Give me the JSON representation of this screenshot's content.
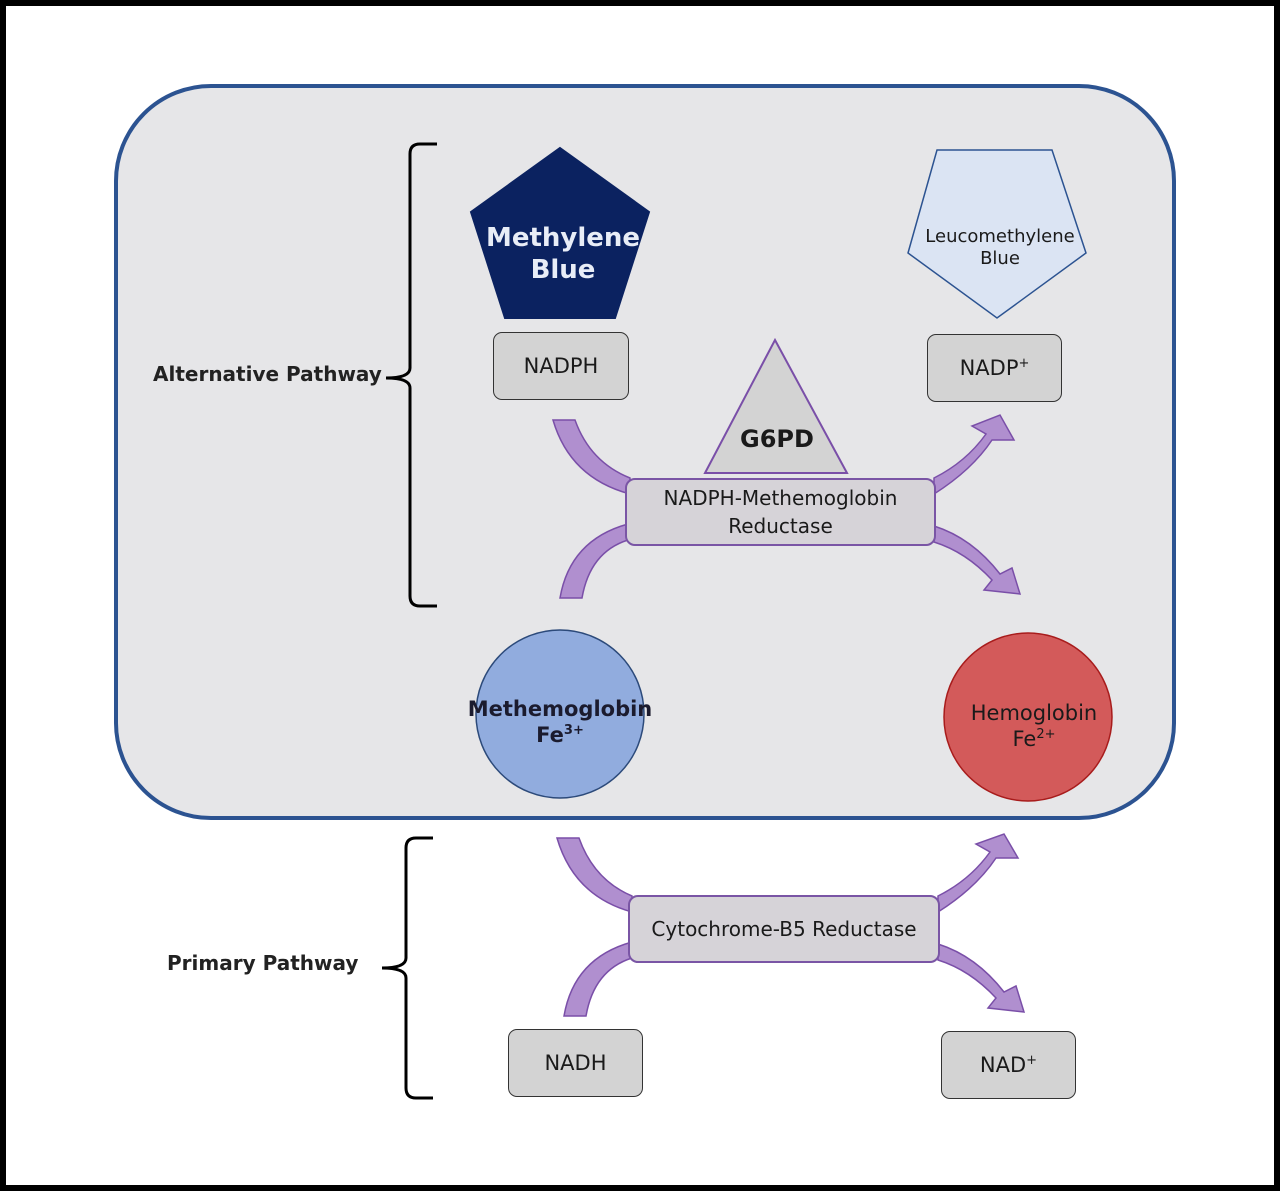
{
  "pathways": {
    "alternative_label": "Alternative Pathway",
    "primary_label": "Primary Pathway"
  },
  "molecules": {
    "methylene_blue": "Methylene Blue",
    "leucomethylene_blue": "Leucomethylene Blue",
    "g6pd": "G6PD",
    "methemoglobin": "Methemoglobin",
    "methemoglobin_ion": "Fe",
    "methemoglobin_charge": "3+",
    "hemoglobin": "Hemoglobin",
    "hemoglobin_ion": "Fe",
    "hemoglobin_charge": "2+"
  },
  "cofactors": {
    "nadph": "NADPH",
    "nadp_base": "NADP",
    "nadp_charge": "+",
    "nadh": "NADH",
    "nad_base": "NAD",
    "nad_charge": "+"
  },
  "enzymes": {
    "nadph_reductase": "NADPH-Methemoglobin Reductase",
    "cytochrome_reductase": "Cytochrome-B5 Reductase"
  },
  "colors": {
    "container_border": "#2c5391",
    "container_fill": "#e6e6e8",
    "methylene_blue_fill": "#0b2260",
    "leuco_fill": "#dbe4f3",
    "methemoglobin_fill": "#91acde",
    "hemoglobin_fill": "#d35a5a",
    "arrow_fill": "#b08fcf",
    "arrow_stroke": "#7a4fa8"
  }
}
